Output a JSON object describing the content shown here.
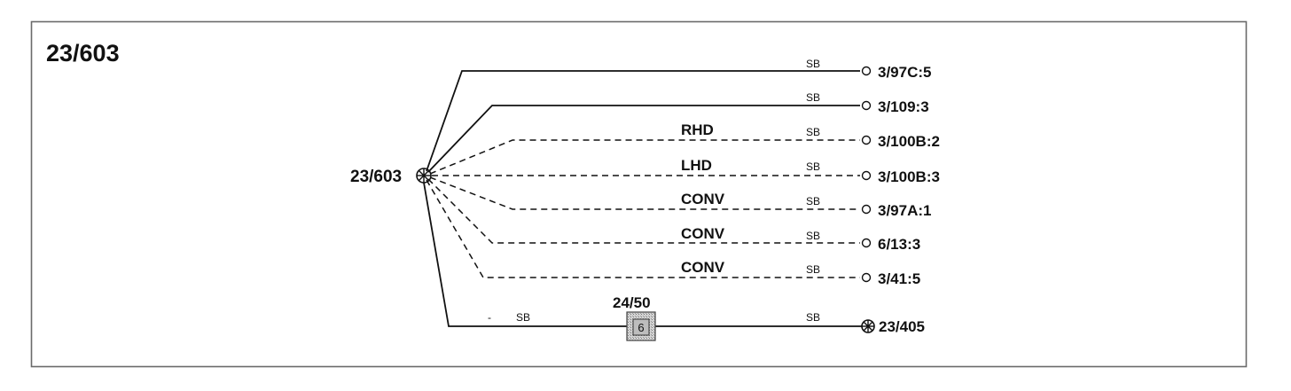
{
  "diagram": {
    "title": "23/603",
    "source_node": "23/603",
    "wire_color": "SB",
    "branches": [
      {
        "target": "3/97C:5",
        "wire": "SB",
        "condition": "",
        "style": "solid"
      },
      {
        "target": "3/109:3",
        "wire": "SB",
        "condition": "",
        "style": "solid"
      },
      {
        "target": "3/100B:2",
        "wire": "SB",
        "condition": "RHD",
        "style": "dashed"
      },
      {
        "target": "3/100B:3",
        "wire": "SB",
        "condition": "LHD",
        "style": "dashed"
      },
      {
        "target": "3/97A:1",
        "wire": "SB",
        "condition": "CONV",
        "style": "dashed"
      },
      {
        "target": "6/13:3",
        "wire": "SB",
        "condition": "CONV",
        "style": "dashed"
      },
      {
        "target": "3/41:5",
        "wire": "SB",
        "condition": "CONV",
        "style": "dashed"
      }
    ],
    "bottom_run": {
      "wire_left": "SB",
      "connector": "24/50",
      "connector_pin": "6",
      "wire_right": "SB",
      "target": "23/405"
    }
  }
}
